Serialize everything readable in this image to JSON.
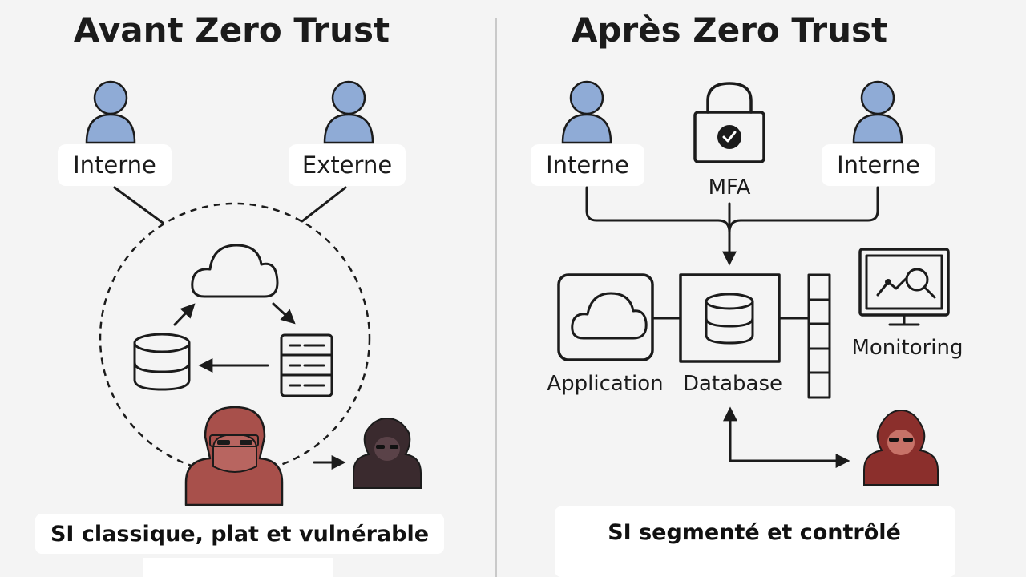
{
  "left_panel": {
    "title": "Avant Zero Trust",
    "user_internal_label": "Interne",
    "user_external_label": "Externe",
    "caption": "SI classique, plat et vulnérable"
  },
  "right_panel": {
    "title": "Après Zero Trust",
    "user_left_label": "Interne",
    "user_right_label": "Interne",
    "mfa_label": "MFA",
    "application_label": "Application",
    "database_label": "Database",
    "monitoring_label": "Monitoring",
    "caption": "SI segmenté et contrôlé"
  },
  "colors": {
    "user": "#8fabd6",
    "attacker_red": "#a8504b",
    "attacker_dark": "#3a2a2e",
    "attacker_red_dark": "#8b2f2c",
    "line": "#1b1b1b"
  },
  "icons": {
    "user": "user-icon",
    "cloud": "cloud-icon",
    "database": "database-icon",
    "server": "server-icon",
    "lock": "lock-icon",
    "monitor": "monitor-icon",
    "firewall": "firewall-icon",
    "hacker": "hacker-icon"
  }
}
